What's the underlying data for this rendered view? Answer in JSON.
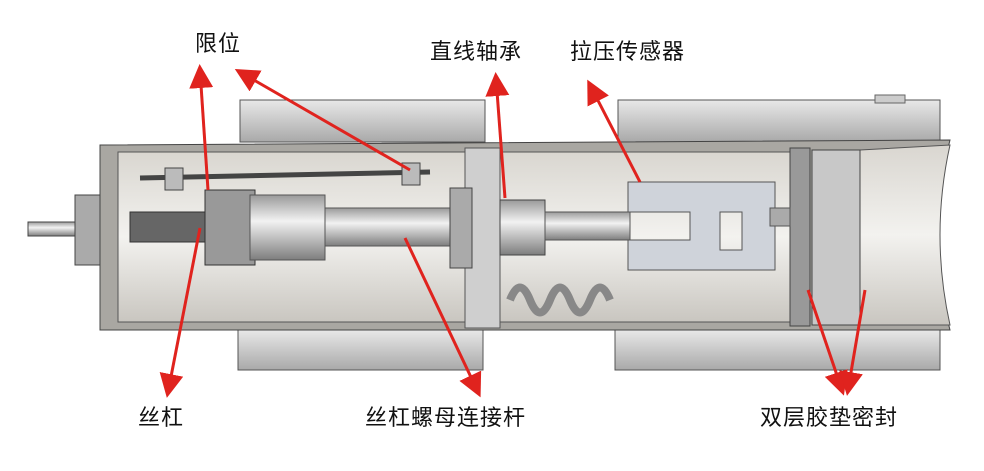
{
  "labels": {
    "limit": "限位",
    "linear_bearing": "直线轴承",
    "load_sensor": "拉压传感器",
    "lead_screw": "丝杠",
    "nut_connecting_rod": "丝杠螺母连接杆",
    "double_rubber_seal": "双层胶垫密封"
  },
  "colors": {
    "arrow": "#e0231e",
    "housing": "#b9b6b0",
    "metal": "#d8d8d8"
  }
}
